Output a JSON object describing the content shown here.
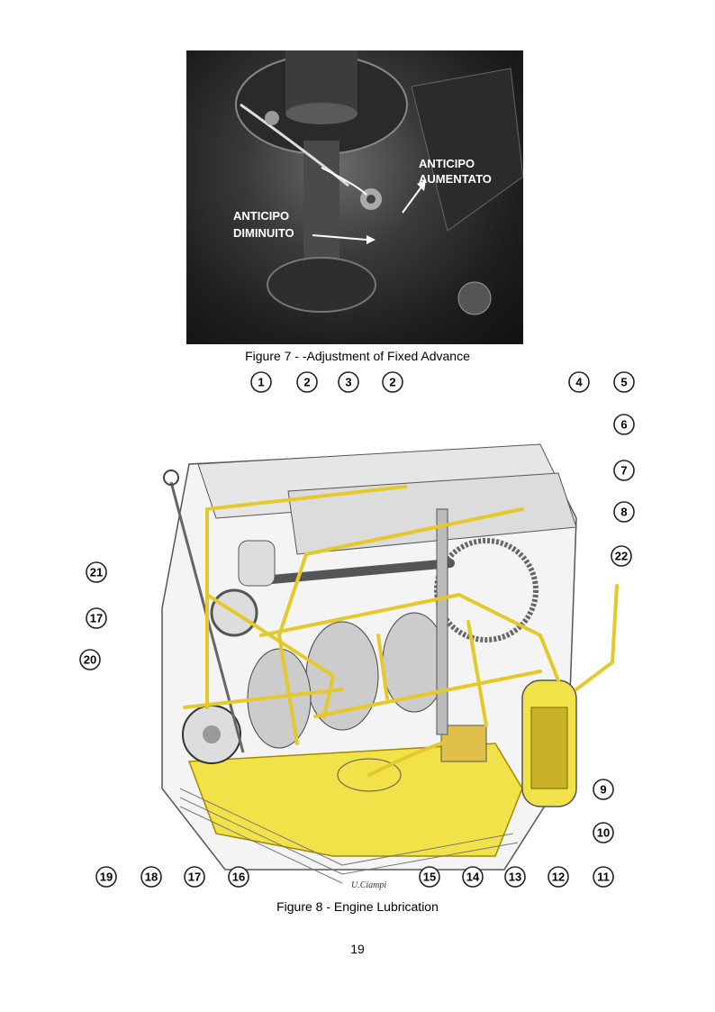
{
  "figure7": {
    "caption": "Figure 7 - -Adjustment of Fixed Advance",
    "label_increase_line1": "ANTICIPO",
    "label_increase_line2": "AUMENTATO",
    "label_decrease_line1": "ANTICIPO",
    "label_decrease_line2": "DIMINUITO"
  },
  "figure8": {
    "caption": "Figure 8  - Engine Lubrication",
    "artist_signature": "U.Ciampi",
    "callouts": [
      "1",
      "2",
      "3",
      "2",
      "4",
      "5",
      "6",
      "7",
      "8",
      "22",
      "21",
      "17",
      "20",
      "9",
      "10",
      "11",
      "12",
      "13",
      "14",
      "15",
      "16",
      "17",
      "18",
      "19"
    ]
  },
  "page_number": "19",
  "colors": {
    "oil": "#f2e24a",
    "oil_line": "#d6b400"
  }
}
